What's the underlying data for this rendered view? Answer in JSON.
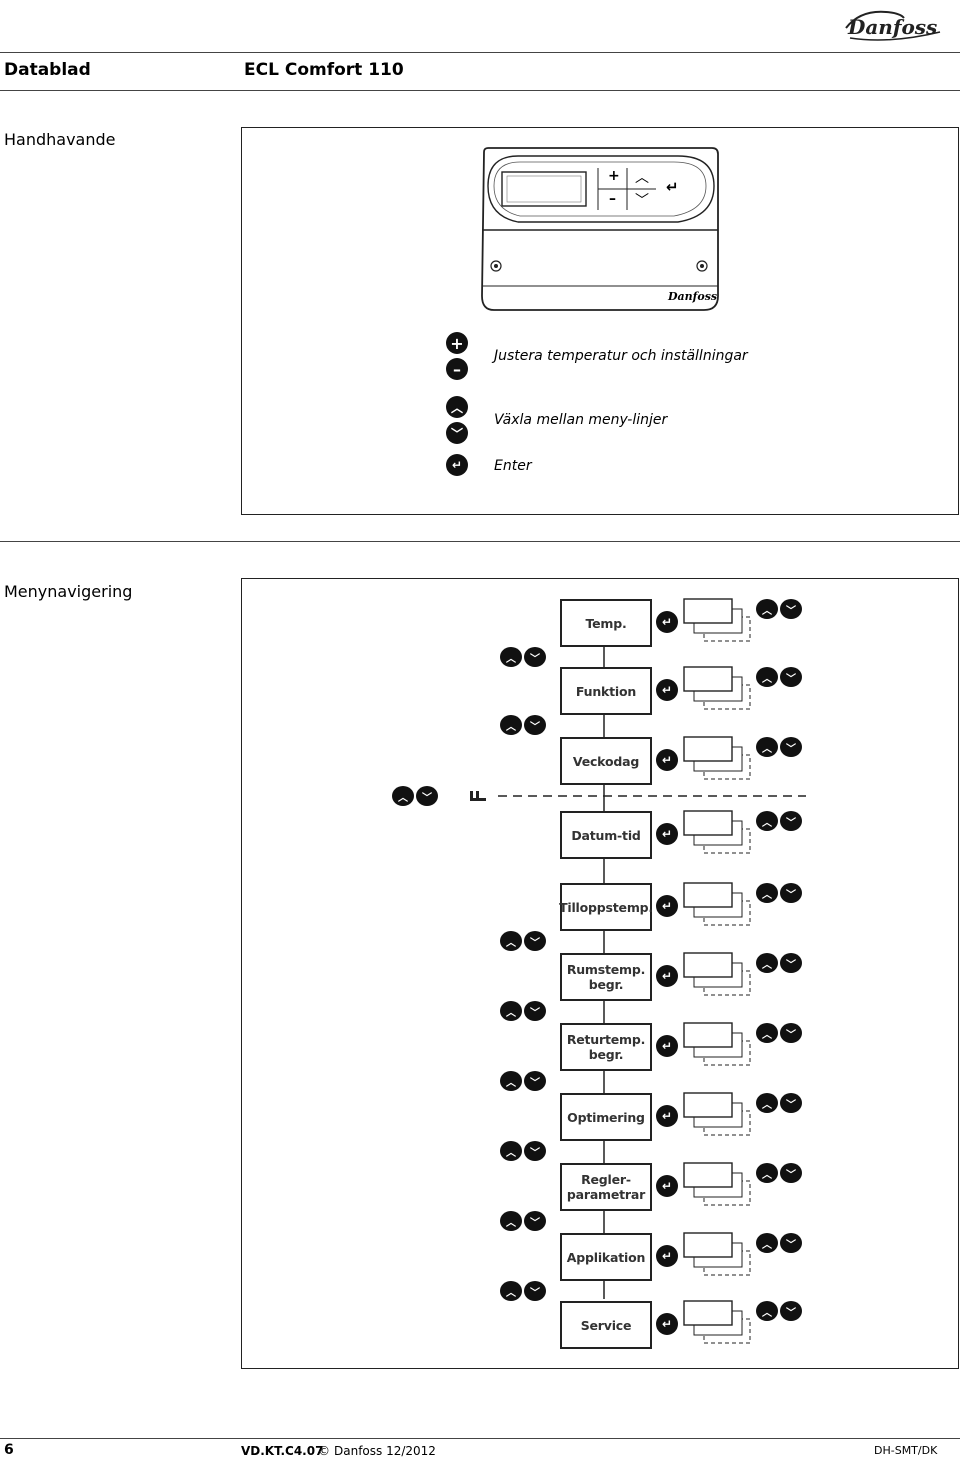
{
  "header": {
    "logo_text": "Danfoss",
    "doc_type": "Datablad",
    "product": "ECL Comfort 110"
  },
  "handling": {
    "title": "Handhavande",
    "device_display": {
      "plus": "+",
      "minus": "–",
      "up": "︿",
      "down": "﹀",
      "enter": "↵",
      "brand": "Danfoss"
    },
    "legend": [
      {
        "icons": [
          "+",
          "–"
        ],
        "icon_names": [
          "plus-icon",
          "minus-icon"
        ],
        "text": "Justera temperatur och inställningar"
      },
      {
        "icons": [
          "︿",
          "﹀"
        ],
        "icon_names": [
          "chevron-up-icon",
          "chevron-down-icon"
        ],
        "text": "Växla mellan meny-linjer"
      },
      {
        "icons": [
          "↵"
        ],
        "icon_names": [
          "enter-icon"
        ],
        "text": "Enter"
      }
    ]
  },
  "menu": {
    "title": "Menynavigering",
    "items": [
      {
        "label": "Temp."
      },
      {
        "label": "Funktion"
      },
      {
        "label": "Veckodag"
      },
      {
        "label": "Datum-tid"
      },
      {
        "label": "Tilloppstemp."
      },
      {
        "label": "Rumstemp.\nbegr."
      },
      {
        "label": "Returtemp.\nbegr."
      },
      {
        "label": "Optimering"
      },
      {
        "label": "Regler-\nparametrar"
      },
      {
        "label": "Applikation"
      },
      {
        "label": "Service"
      }
    ],
    "glyphs": {
      "up": "︿",
      "down": "﹀",
      "enter": "↵"
    }
  },
  "footer": {
    "page": "6",
    "code": "VD.KT.C4.07",
    "copyright_symbol": "©",
    "company_date": "Danfoss 12/2012",
    "dept": "DH-SMT/DK"
  }
}
